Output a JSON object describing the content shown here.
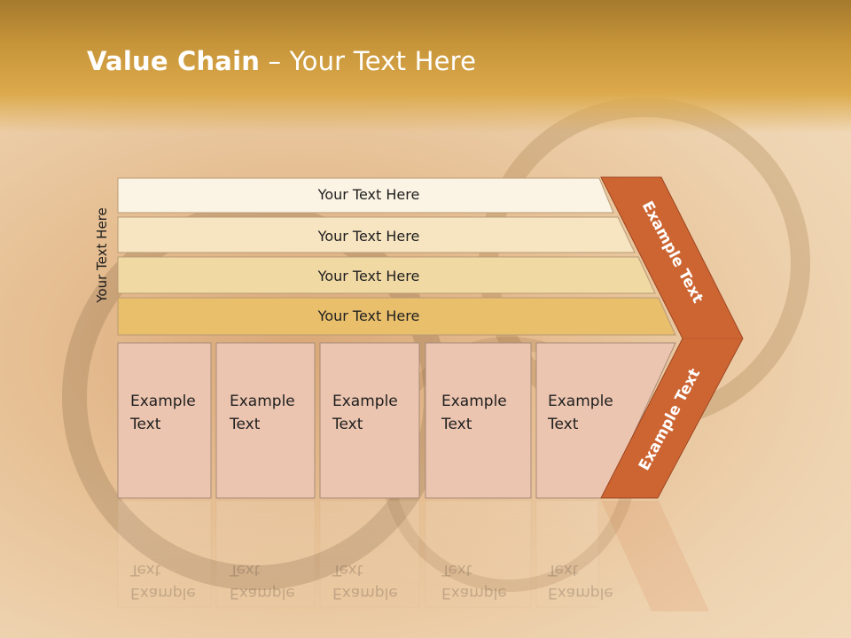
{
  "slide": {
    "title_bold": "Value Chain",
    "title_rest": " – Your Text Here",
    "vertical_label": "Your Text Here",
    "rows": [
      {
        "label": "Your Text Here",
        "color": "#fbf3e3"
      },
      {
        "label": "Your Text Here",
        "color": "#f7e4c0"
      },
      {
        "label": "Your Text Here",
        "color": "#f1d9a4"
      },
      {
        "label": "Your Text Here",
        "color": "#e9bf6c"
      }
    ],
    "cells": [
      {
        "text": "Example\nText"
      },
      {
        "text": "Example\nText"
      },
      {
        "text": "Example\nText"
      },
      {
        "text": "Example\nText"
      },
      {
        "text": "Example\nText"
      }
    ],
    "chevron_top_label": "Example Text",
    "chevron_bottom_label": "Example Text",
    "colors": {
      "header": "#c8963a",
      "chevron": "#cd6532",
      "cell_fill": "#ecc5b0",
      "cell_border": "#a88a78"
    }
  }
}
